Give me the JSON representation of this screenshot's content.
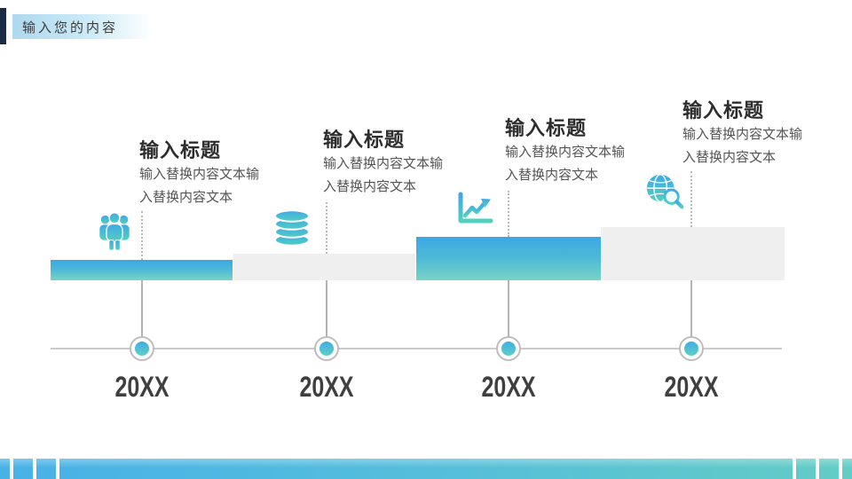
{
  "header": {
    "title": "输入您的内容"
  },
  "milestones": [
    {
      "title": "输入标题",
      "body": "输入替换内容文本输入替换内容文本",
      "year": "20XX",
      "icon": "people-icon",
      "bar_style": "gradient"
    },
    {
      "title": "输入标题",
      "body": "输入替换内容文本输入替换内容文本",
      "year": "20XX",
      "icon": "database-icon",
      "bar_style": "gray"
    },
    {
      "title": "输入标题",
      "body": "输入替换内容文本输入替换内容文本",
      "year": "20XX",
      "icon": "chart-growth-icon",
      "bar_style": "gradient"
    },
    {
      "title": "输入标题",
      "body": "输入替换内容文本输入替换内容文本",
      "year": "20XX",
      "icon": "globe-search-icon",
      "bar_style": "gray"
    }
  ],
  "colors": {
    "accent_blue": "#3fa9e6",
    "accent_teal": "#5ed1c3",
    "bar_gray": "#efeff0",
    "navy_strip": "#1c2b45",
    "timeline_gray": "#cbcbcb",
    "text_dark": "#2d2d2d",
    "text_body": "#545454"
  }
}
